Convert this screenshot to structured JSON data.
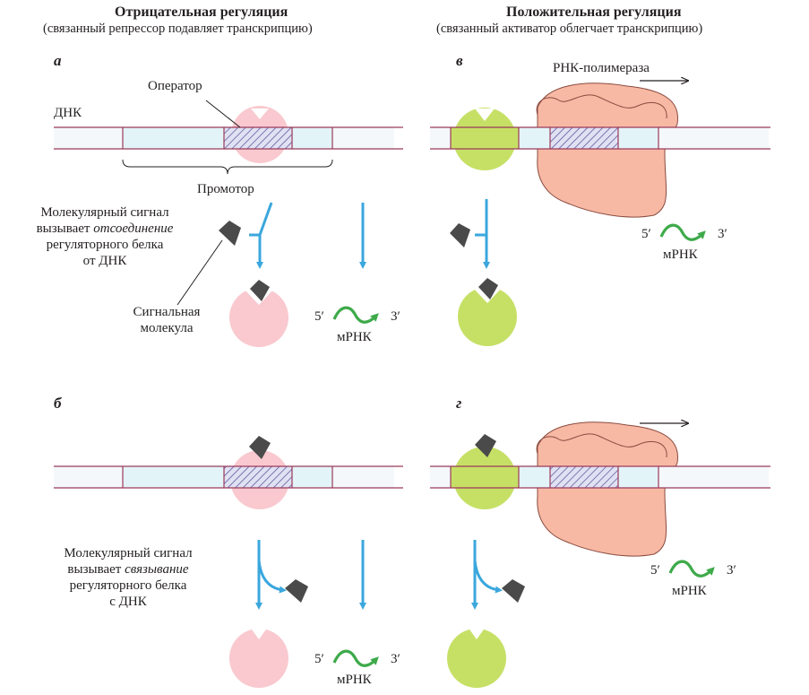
{
  "headings": {
    "negative_title": "Отрицательная регуляция",
    "negative_sub": "(связанный репрессор подавляет транскрипцию)",
    "positive_title": "Положительная регуляция",
    "positive_sub": "(связанный активатор облегчает транскрипцию)"
  },
  "panels": {
    "a": "а",
    "b": "б",
    "v": "в",
    "g": "г"
  },
  "labels": {
    "operator": "Оператор",
    "dna": "ДНК",
    "promoter": "Промотор",
    "rna_polymerase": "РНК-полимераза",
    "signal_molecule_1": "Сигнальная",
    "signal_molecule_2": "молекула",
    "mrna": "мРНК",
    "five_prime": "5′",
    "three_prime": "3′"
  },
  "captions": {
    "detach_1": "Молекулярный сигнал",
    "detach_2a": "вызывает ",
    "detach_2b": "отсоединение",
    "detach_3": "регуляторного белка",
    "detach_4": "от ДНК",
    "bind_1": "Молекулярный сигнал",
    "bind_2a": "вызывает ",
    "bind_2b": "связывание",
    "bind_3": "регуляторного белка",
    "bind_4": "с ДНК"
  },
  "colors": {
    "repressor": "#f9c9cf",
    "activator": "#c6e066",
    "polymerase": "#f7b9a4",
    "dna_strand": "#9b3a5a",
    "dna_fill": "#e3f4f8",
    "arrow": "#3aa7dd",
    "mrna": "#3eaa4a",
    "signal": "#4a4a4a"
  }
}
